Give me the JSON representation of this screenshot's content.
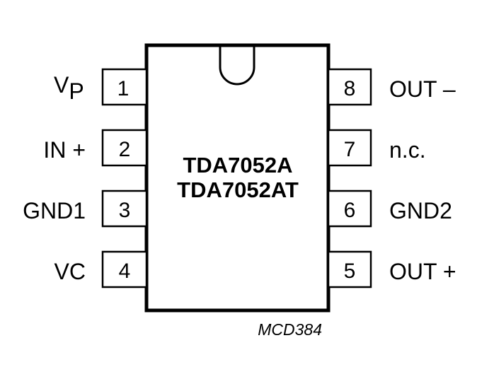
{
  "chip": {
    "part_numbers": [
      "TDA7052A",
      "TDA7052AT"
    ]
  },
  "pins": [
    {
      "number": "1",
      "label": "V",
      "label_sub": "P"
    },
    {
      "number": "2",
      "label": "IN +"
    },
    {
      "number": "3",
      "label": "GND1"
    },
    {
      "number": "4",
      "label": "VC"
    },
    {
      "number": "5",
      "label": "OUT +"
    },
    {
      "number": "6",
      "label": "GND2"
    },
    {
      "number": "7",
      "label": "n.c."
    },
    {
      "number": "8",
      "label": "OUT –"
    }
  ],
  "figure_code": "MCD384"
}
